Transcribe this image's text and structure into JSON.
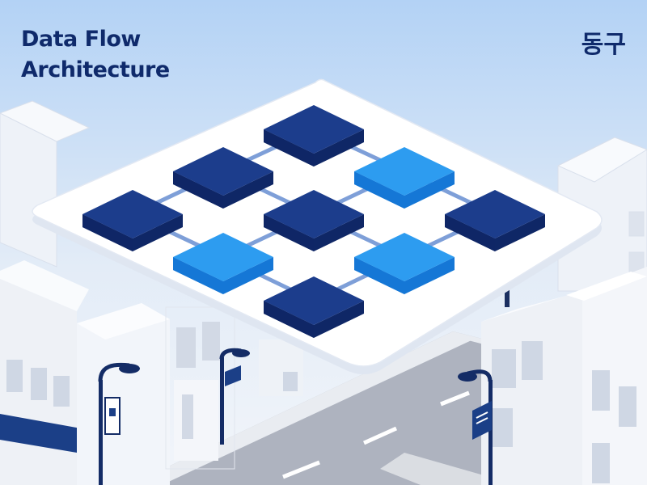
{
  "title": {
    "line1": "Data Flow",
    "line2": "Architecture"
  },
  "district": "동구",
  "colors": {
    "sky_top": "#b3d2f5",
    "sky_bottom": "#f2f5fa",
    "title_text": "#0f2a6b",
    "node_dark_top": "#1c3d8c",
    "node_dark_side": "#0f2766",
    "node_light_top": "#2d9cf0",
    "node_light_side": "#1577d6",
    "connector": "#7e9fd8",
    "platform": "#ffffff",
    "road": "#aeb3bf"
  },
  "nodes": [
    {
      "id": "node-1",
      "tone": "dark"
    },
    {
      "id": "node-2",
      "tone": "dark"
    },
    {
      "id": "node-3",
      "tone": "light"
    },
    {
      "id": "node-4",
      "tone": "dark"
    },
    {
      "id": "node-5",
      "tone": "dark"
    },
    {
      "id": "node-6",
      "tone": "dark"
    },
    {
      "id": "node-7",
      "tone": "light"
    },
    {
      "id": "node-8",
      "tone": "light"
    },
    {
      "id": "node-9",
      "tone": "dark"
    }
  ]
}
